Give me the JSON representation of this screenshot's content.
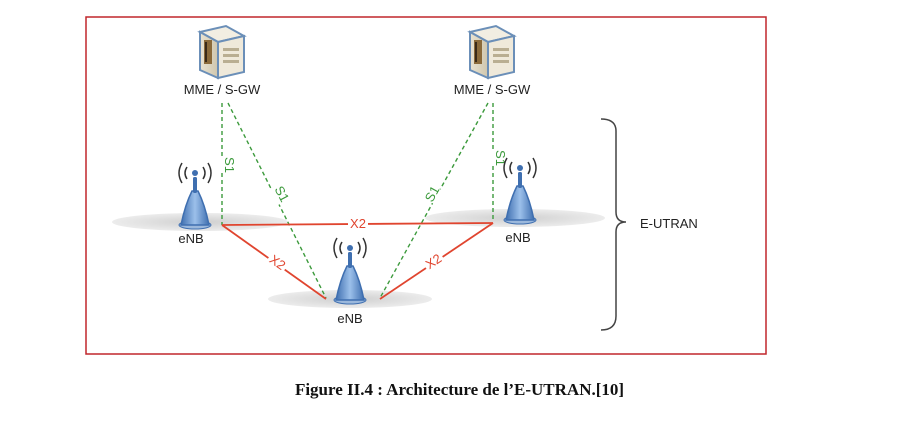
{
  "colors": {
    "frame": "#c0262c",
    "s1_link": "#3c9a3c",
    "x2_link": "#e0452f",
    "antenna": "#5b8fd0",
    "ground": "#dcdcdc",
    "brace": "#444444"
  },
  "nodes": {
    "mme_left": "MME / S-GW",
    "mme_right": "MME / S-GW",
    "enb_left": "eNB",
    "enb_right": "eNB",
    "enb_bottom": "eNB"
  },
  "links": {
    "s1_a": "S1",
    "s1_b": "S1",
    "s1_c": "S1",
    "s1_d": "S1",
    "x2_top": "X2",
    "x2_left": "X2",
    "x2_right": "X2"
  },
  "group_label": "E-UTRAN",
  "caption": "Figure II.4 : Architecture de l’E-UTRAN.[10]"
}
